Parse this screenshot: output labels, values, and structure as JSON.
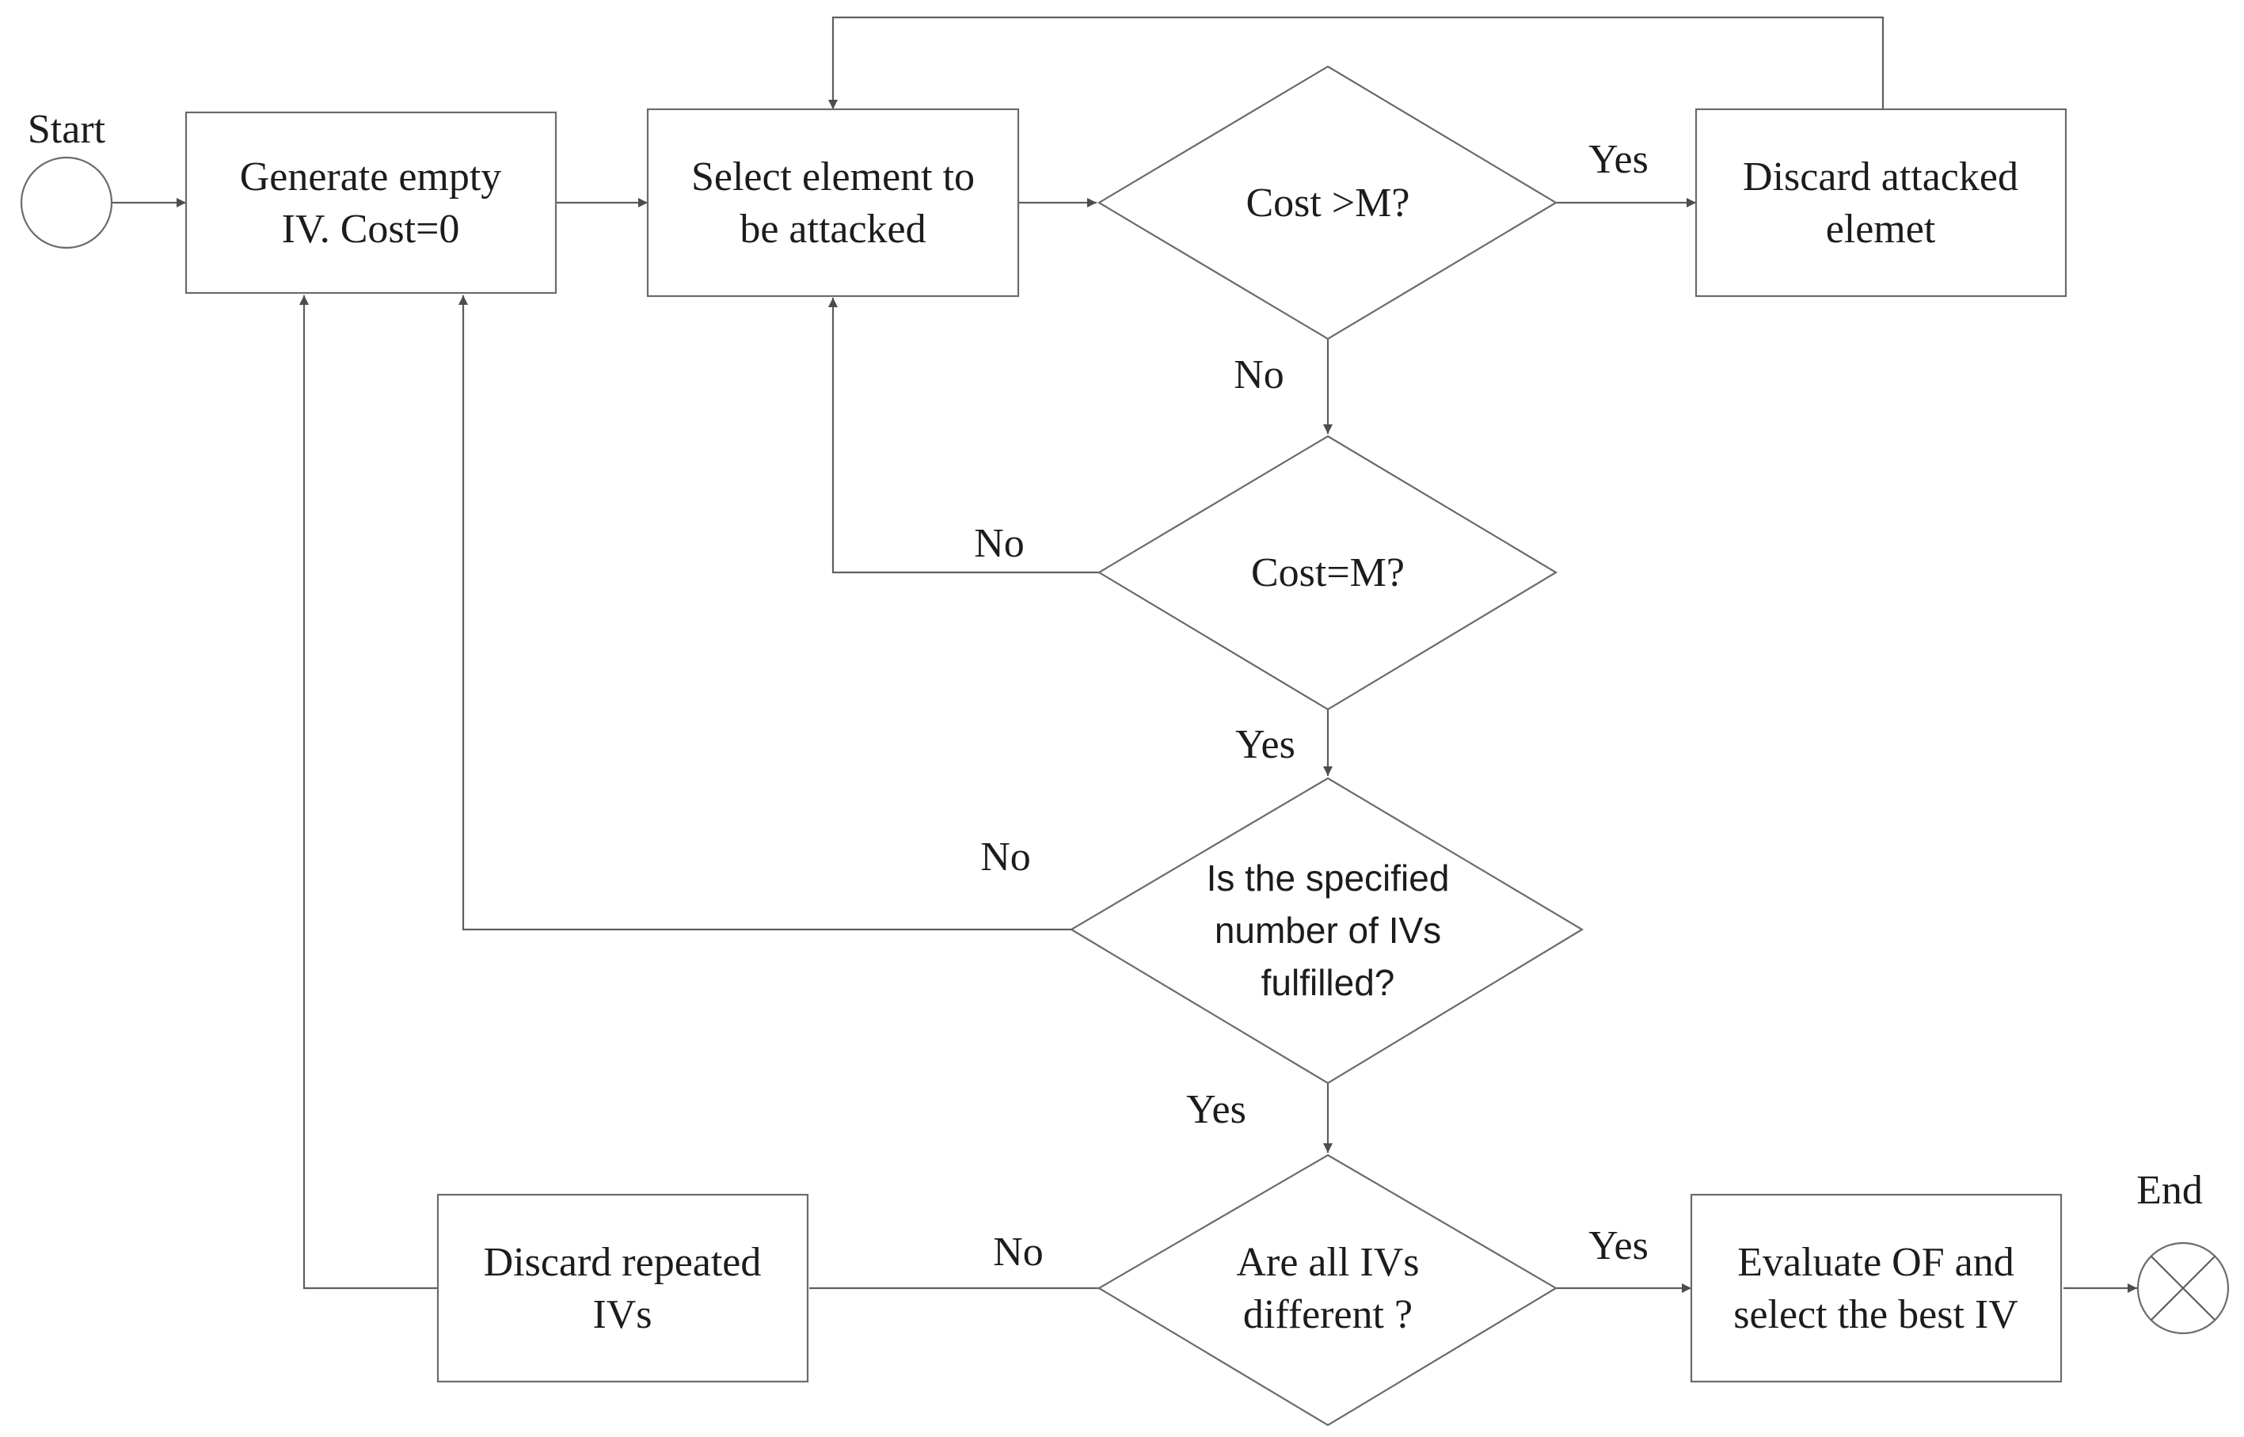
{
  "flowchart": {
    "start_label": "Start",
    "end_label": "End",
    "boxes": {
      "generate": [
        "Generate empty",
        "IV. Cost=0"
      ],
      "select": [
        "Select element to",
        "be attacked"
      ],
      "discard_attacked": [
        "Discard attacked",
        "elemet"
      ],
      "discard_repeated": [
        "Discard repeated",
        "IVs"
      ],
      "evaluate": [
        "Evaluate OF and",
        "select the best IV"
      ]
    },
    "decisions": {
      "cost_gt": [
        "Cost >M?"
      ],
      "cost_eq": [
        "Cost=M?"
      ],
      "specified": [
        "Is the specified",
        "number of IVs",
        "fulfilled?"
      ],
      "different": [
        "Are all IVs",
        "different ?"
      ]
    },
    "edge_labels": {
      "cost_gt_yes": "Yes",
      "cost_gt_no": "No",
      "cost_eq_no": "No",
      "cost_eq_yes": "Yes",
      "specified_no": "No",
      "specified_yes": "Yes",
      "different_no": "No",
      "different_yes": "Yes"
    }
  }
}
